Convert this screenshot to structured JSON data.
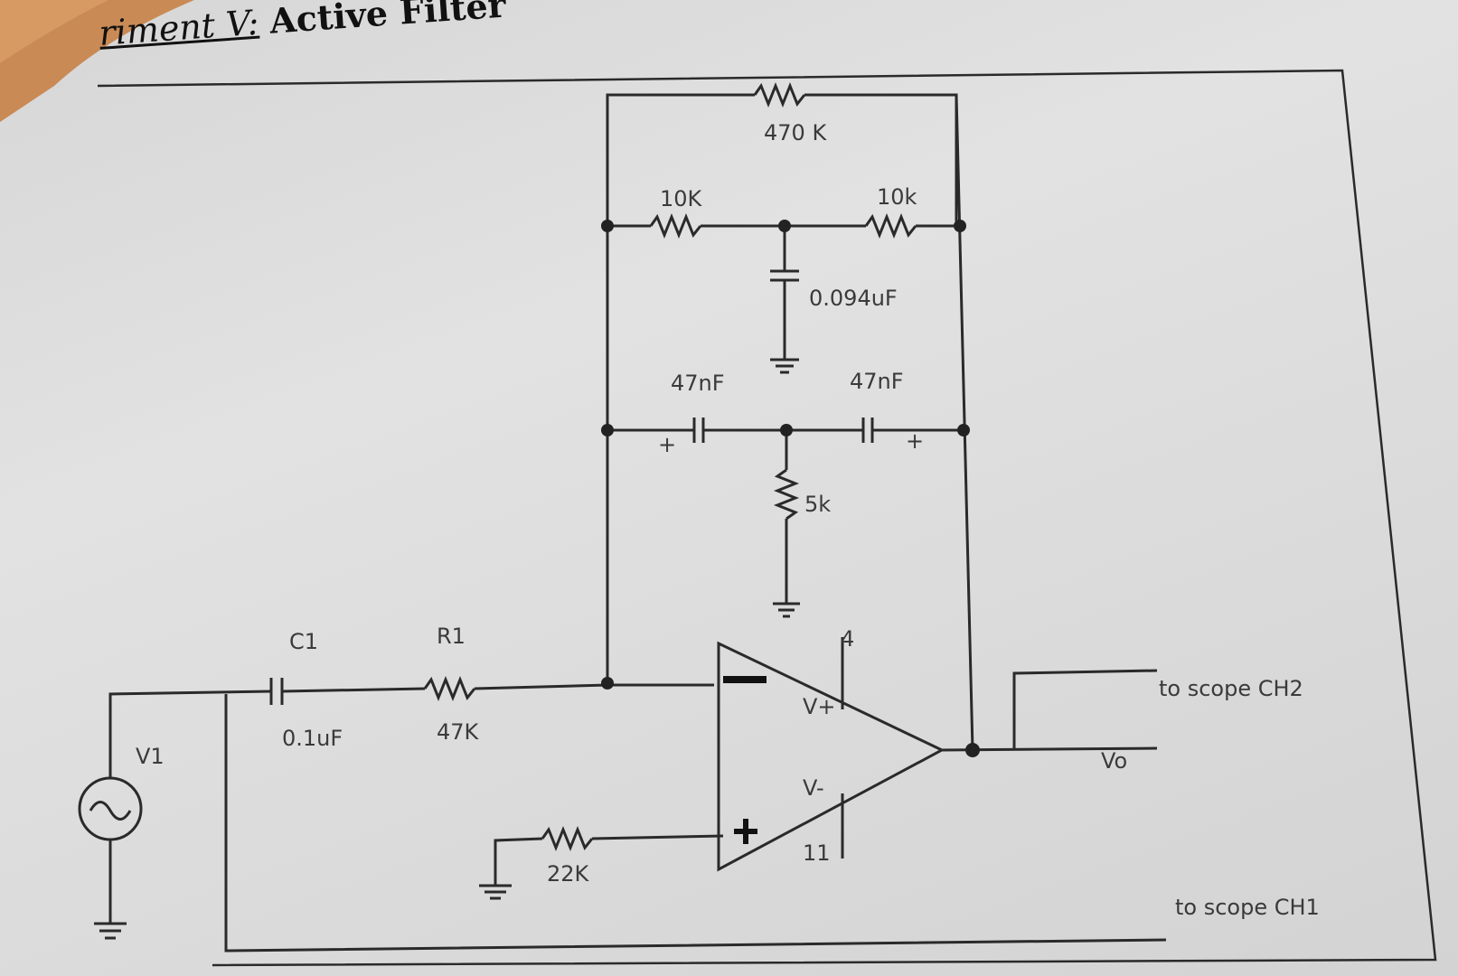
{
  "page": {
    "title_prefix": "riment V:",
    "title_main": "Active Filter"
  },
  "components": {
    "r_feedback": "470 K",
    "r_t_left": "10K",
    "r_t_right": "10k",
    "c_t_center": "0.094uF",
    "c_t_left": "47nF",
    "c_t_right": "47nF",
    "r_t_center": "5k",
    "c1_name": "C1",
    "c1_value": "0.1uF",
    "r1_name": "R1",
    "r1_value": "47K",
    "r_bias": "22K",
    "source_name": "V1",
    "pin_top": "4",
    "pin_bottom": "11",
    "vplus": "V+",
    "vminus": "V-",
    "output_label": "Vo",
    "plus_sign": "+"
  },
  "connections": {
    "ch2": "to scope CH2",
    "ch1": "to scope CH1"
  }
}
